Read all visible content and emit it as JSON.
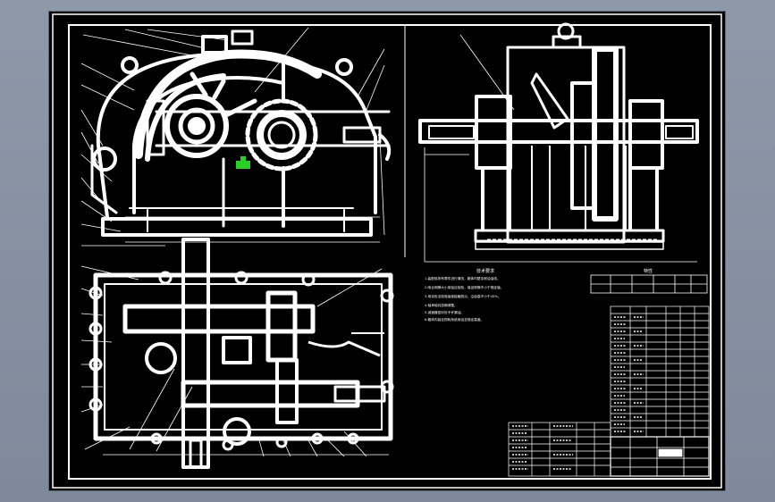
{
  "app": {
    "colors": {
      "background": "#7f8b9c",
      "canvas": "#000000",
      "lines": "#ffffff",
      "marker": "#22cc22"
    }
  },
  "drawing": {
    "tech_req_title": "技术要求",
    "tech_req_lines": [
      "1.装配前所有零件进行清洗，箱体内壁涂耐油油漆。",
      "2.啮合侧隙大小用铅丝检验，保证侧隙不小于规定值。",
      "3.用涂色法检验齿面接触斑点，沿齿高不小于45%。",
      "4.轴承轴向游隙调整。",
      "5.减速器密封处不许漏油。",
      "6.箱体内装全损耗系统用油至规定高度。"
    ],
    "spec_table_title": "特性"
  }
}
